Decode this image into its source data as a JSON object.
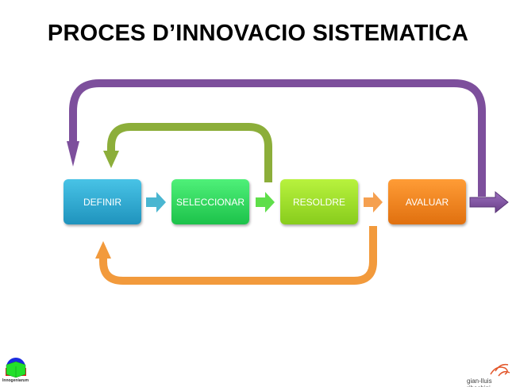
{
  "title": "PROCES D’INNOVACIO SISTEMATICA",
  "steps": [
    {
      "label": "DEFINIR",
      "color": "#2ea8cf"
    },
    {
      "label": "SELECCIONAR",
      "color": "#2fd95c"
    },
    {
      "label": "RESOLDRE",
      "color": "#9ee02a"
    },
    {
      "label": "AVALUAR",
      "color": "#f0841e"
    }
  ],
  "loops": {
    "purple": "#7d4f9c",
    "green": "#8cae3a",
    "orange": "#f29a3c"
  },
  "logos": {
    "left": "Innogeniarum",
    "right": "gian-lluis ribechini"
  }
}
